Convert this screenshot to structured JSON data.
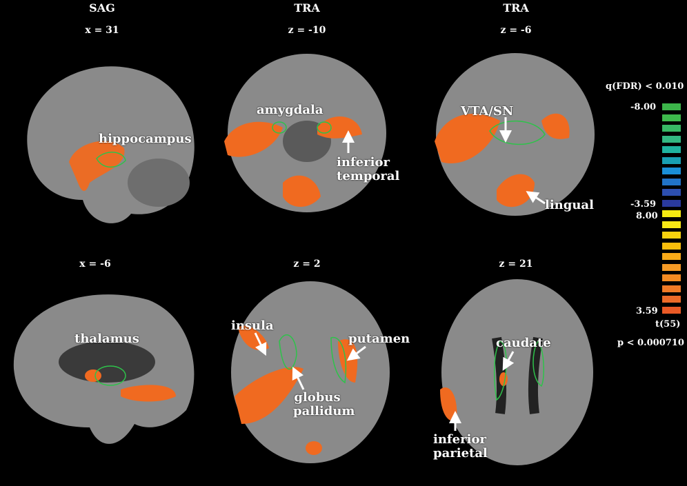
{
  "panels": [
    {
      "view": "SAG",
      "slice": "x = 31",
      "labels": [
        "hippocampus"
      ]
    },
    {
      "view": "TRA",
      "slice": "z = -10",
      "labels": [
        "amygdala",
        "inferior temporal"
      ]
    },
    {
      "view": "TRA",
      "slice": "z = -6",
      "labels": [
        "VTA/SN",
        "lingual"
      ]
    },
    {
      "slice": "x = -6",
      "labels": [
        "thalamus"
      ]
    },
    {
      "slice": "z = 2",
      "labels": [
        "insula",
        "putamen",
        "globus pallidum"
      ]
    },
    {
      "slice": "z = 21",
      "labels": [
        "caudate",
        "inferior parietal"
      ]
    }
  ],
  "colorbar": {
    "threshold": "q(FDR) < 0.010",
    "neg_max": "-8.00",
    "neg_min": "-3.59",
    "pos_max": "8.00",
    "pos_min": "3.59",
    "stat": "t(55)",
    "p": "p < 0.000710",
    "neg_colors": [
      "#3cb54a",
      "#3dba4c",
      "#38b865",
      "#33b782",
      "#1fb39f",
      "#189fb3",
      "#1a8fd8",
      "#2173c8",
      "#2d4fb0",
      "#2a3a9e"
    ],
    "pos_colors": [
      "#f5ea12",
      "#f7e815",
      "#f7d20e",
      "#f9be0c",
      "#f8aa18",
      "#f59a25",
      "#f48b22",
      "#f07a26",
      "#ec6a28",
      "#ea5a26"
    ]
  }
}
